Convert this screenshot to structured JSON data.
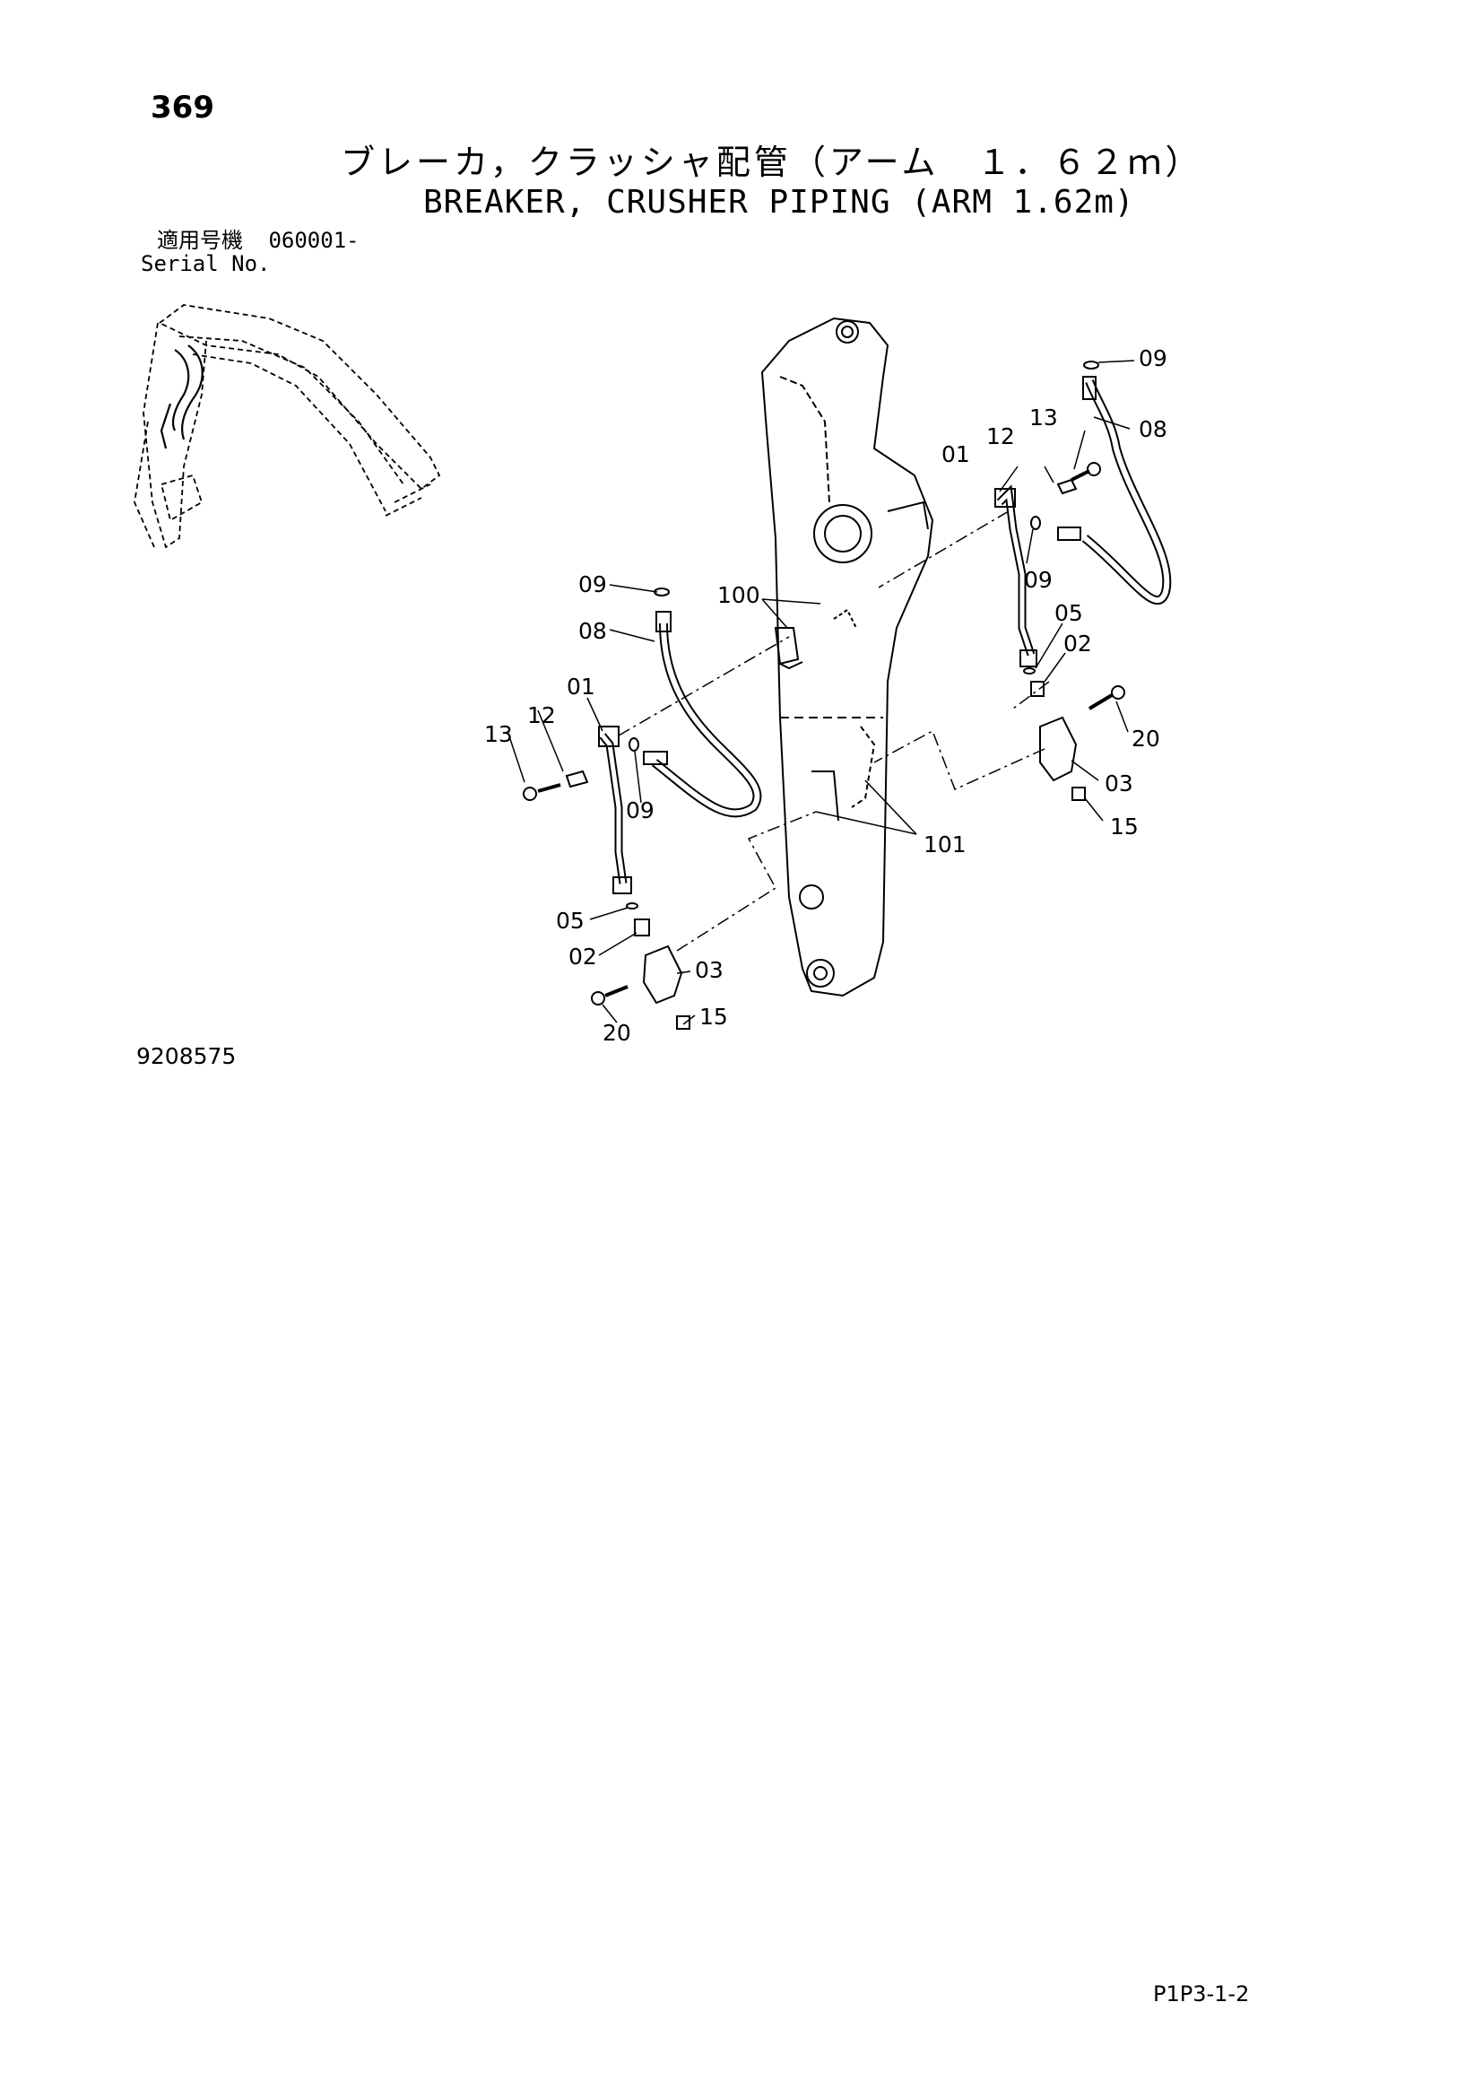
{
  "page": {
    "number": "369",
    "title_jp": "ブレーカ，クラッシャ配管（アーム　１．６２ｍ）",
    "title_en": "BREAKER, CRUSHER PIPING (ARM 1.62m)",
    "serial_label_jp": "適用号機",
    "serial_label_en": "Serial No.",
    "serial_value": "060001-",
    "drawing_number": "9208575",
    "page_code": "P1P3-1-2"
  },
  "callouts": {
    "c01_left": "01",
    "c02_left": "02",
    "c03_left": "03",
    "c05_left": "05",
    "c08_left": "08",
    "c09_left_top": "09",
    "c09_left_mid": "09",
    "c12_left": "12",
    "c13_left": "13",
    "c15_left": "15",
    "c20_left": "20",
    "c01_right": "01",
    "c02_right": "02",
    "c03_right": "03",
    "c05_right": "05",
    "c08_right": "08",
    "c09_right_top": "09",
    "c09_right_mid": "09",
    "c12_right": "12",
    "c13_right": "13",
    "c15_right": "15",
    "c20_right": "20",
    "c100": "100",
    "c101": "101"
  }
}
